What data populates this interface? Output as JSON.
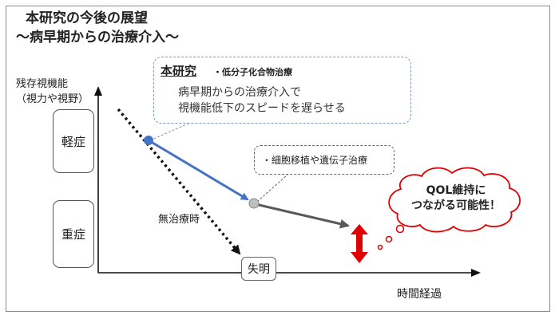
{
  "title": {
    "line1": "本研究の今後の展望",
    "line2": "～病早期からの治療介入～"
  },
  "y_axis": {
    "line1": "残存視機能",
    "line2": "（視力や視野）"
  },
  "x_axis": {
    "label": "時間経過"
  },
  "severity": {
    "mild": "軽症",
    "severe": "重症"
  },
  "untreated": {
    "label": "無治療時",
    "end_label": "失明"
  },
  "callout_research": {
    "title": "本研究",
    "tag": "・低分子化合物治療",
    "line1": "病早期からの治療介入で",
    "line2": "視機能低下のスピードを遅らせる"
  },
  "callout_future": {
    "text": "・細胞移植や遺伝子治療"
  },
  "cloud": {
    "line1": "QOL維持に",
    "line2": "つながる可能性！"
  },
  "colors": {
    "treated_line": "#4472c4",
    "later_line": "#595959",
    "highlight": "#e00000",
    "dot_start": "#4472c4",
    "dot_mid": "#bfbfbf"
  }
}
